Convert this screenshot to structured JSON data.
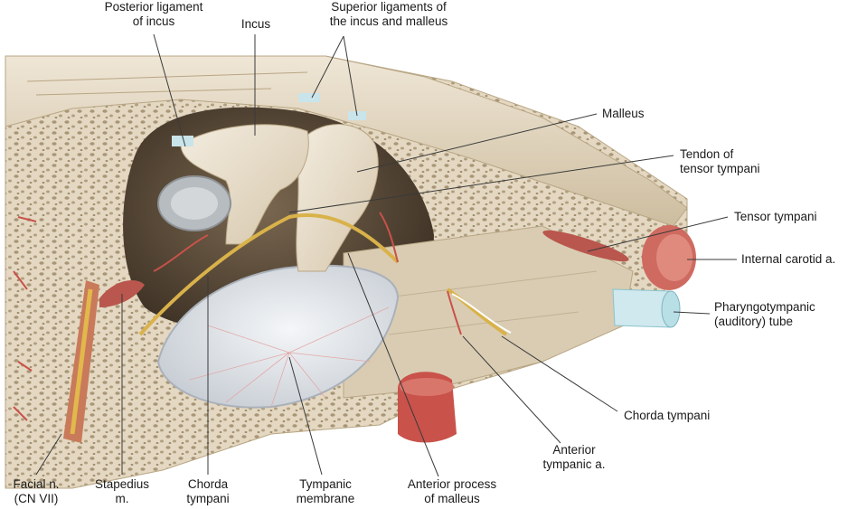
{
  "labels": {
    "posterior_ligament_incus": "Posterior ligament\nof incus",
    "incus": "Incus",
    "superior_ligaments": "Superior ligaments of\nthe incus and malleus",
    "malleus": "Malleus",
    "tendon_tensor_tympani": "Tendon of\ntensor tympani",
    "tensor_tympani": "Tensor tympani",
    "internal_carotid": "Internal carotid a.",
    "pharyngotympanic_tube": "Pharyngotympanic\n(auditory) tube",
    "chorda_tympani_right": "Chorda tympani",
    "anterior_tympanic": "Anterior\ntympanic a.",
    "anterior_process_malleus": "Anterior process\nof malleus",
    "tympanic_membrane": "Tympanic\nmembrane",
    "chorda_tympani_bottom": "Chorda\ntympani",
    "stapedius": "Stapedius\nm.",
    "facial_nerve": "Facial n.\n(CN VII)"
  },
  "colors": {
    "bone": "#e7dcc8",
    "bone_dark": "#cdbd9f",
    "bone_pore": "#9c8a6b",
    "cavity": "#5e4f3c",
    "ossicle": "#ece2d0",
    "membrane": "#dfe3e8",
    "artery": "#c9524a",
    "nerve": "#d9b24a",
    "tube": "#b9dfe6",
    "leader": "#3a3a3a"
  }
}
